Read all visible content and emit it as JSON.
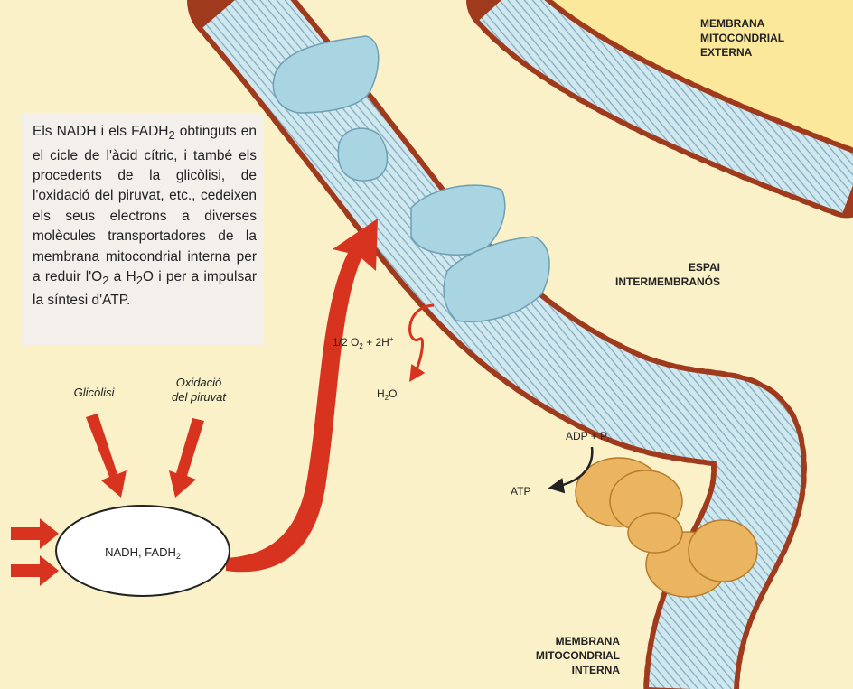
{
  "labels": {
    "outer_membrane": [
      "MEMBRANA",
      "MITOCONDRIAL",
      "EXTERNA"
    ],
    "intermembrane_space": [
      "ESPAI",
      "INTERMEMBRANÓS"
    ],
    "inner_membrane": [
      "MEMBRANA",
      "MITOCONDRIAL",
      "INTERNA"
    ],
    "glycolysis": "Glicòlisi",
    "pyruvate_oxidation": [
      "Oxidació",
      "del piruvat"
    ],
    "ellipse": {
      "main": "NADH, FADH",
      "sub": "2"
    },
    "oxygen_reaction": {
      "a": "1/2 O",
      "sub": "2",
      "b": " + 2H",
      "sup": "+"
    },
    "water": {
      "a": "H",
      "sub": "2",
      "b": "O"
    },
    "adp": {
      "a": "ADP + P",
      "sub": "i"
    },
    "atp": "ATP"
  },
  "text_box": {
    "p1": "Els NADH i els FADH",
    "s1": "2",
    "p2": " obtinguts en el cicle de l'àcid cítric, i també els procedents de la glicòlisi, de l'oxidació del piruvat, etc., cedeixen els seus electrons a diverses molècules transportadores de la membrana mitocondrial interna per a reduir l'O",
    "s2": "2",
    "p3": " a H",
    "s3": "2",
    "p4": "O i per a impulsar la síntesi d'ATP."
  },
  "colors": {
    "cytoplasm": "#fbf1c9",
    "outer_space": "#fbe89a",
    "membrane": "#b9dbe6",
    "lipid_head": "#b8431f",
    "protein_blue": "#a9d4e2",
    "atp_synthase": "#ebb461",
    "arrow_red": "#d7331f"
  }
}
